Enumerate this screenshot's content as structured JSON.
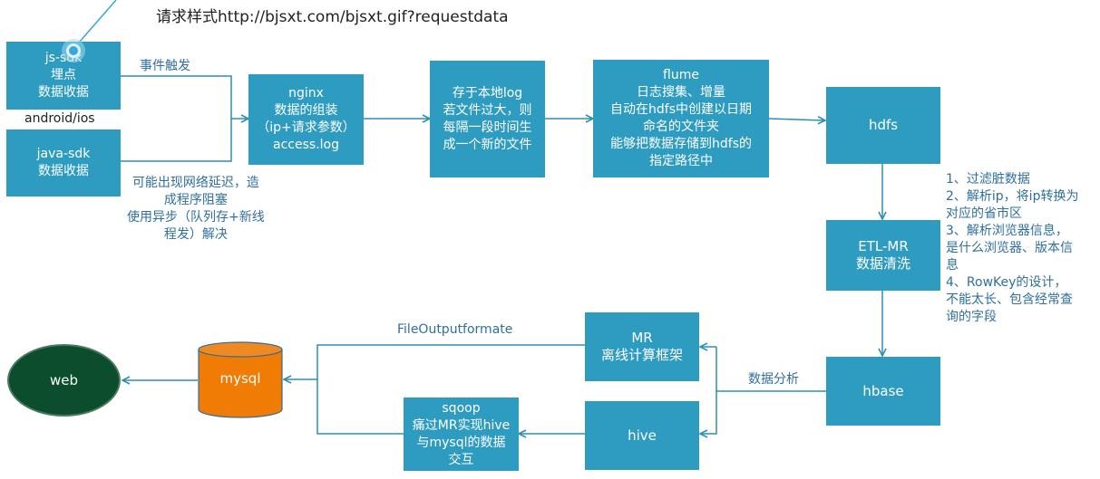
{
  "title": "请求样式http://bjsxt.com/bjsxt.gif?requestdata",
  "nodes": {
    "js_sdk": [
      "js-sdk",
      "埋点",
      "数据收据"
    ],
    "java_sdk": [
      "java-sdk",
      "数据收据"
    ],
    "nginx": [
      "nginx",
      "数据的组装",
      "（ip+请求参数）",
      "access.log"
    ],
    "local_log": [
      "存于本地log",
      "若文件过大，则",
      "每隔一段时间生",
      "成一个新的文件"
    ],
    "flume": [
      "flume",
      "日志搜集、增量",
      "自动在hdfs中创建以日期",
      "命名的文件夹",
      "能够把数据存储到hdfs的",
      "指定路径中"
    ],
    "hdfs": [
      "hdfs"
    ],
    "etl_mr": [
      "ETL-MR",
      "数据清洗"
    ],
    "hbase": [
      "hbase"
    ],
    "mr": [
      "MR",
      "离线计算框架"
    ],
    "hive": [
      "hive"
    ],
    "sqoop": [
      "sqoop",
      "痛过MR实现hive",
      "与mysql的数据",
      "交互"
    ],
    "mysql": "mysql",
    "web": "web"
  },
  "labels": {
    "android_ios": "android/ios",
    "event_trigger": "事件触发",
    "network_delay": [
      "可能出现网络延迟，造",
      "成程序阻塞",
      "使用异步（队列存+新线",
      "程发）解决"
    ],
    "etl_notes": [
      "1、过滤脏数据",
      "2、解析ip，将ip转换为",
      "对应的省市区",
      "3、解析浏览器信息，",
      "是什么浏览器、版本信",
      "息",
      "4、RowKey的设计，",
      "不能太长、包含经常查",
      "询的字段"
    ],
    "file_output": "FileOutputformate",
    "data_analysis": "数据分析"
  },
  "colors": {
    "box": "#2e9cc1",
    "line": "#2e8fb0",
    "label": "#2f6f9e",
    "mysql": "#f07b05",
    "web": "#0b4d2c"
  }
}
